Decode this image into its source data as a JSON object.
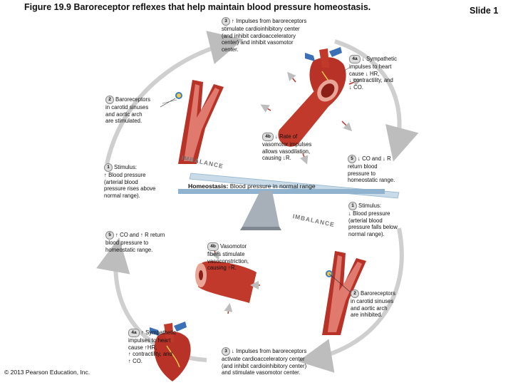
{
  "header": {
    "title": "Figure 19.9 Baroreceptor reflexes that help maintain blood pressure homeostasis.",
    "slide": "Slide 1"
  },
  "footer": {
    "copyright": "© 2013 Pearson Education, Inc."
  },
  "center": {
    "homeostasis_label": "Homeostasis:",
    "homeostasis_value": " Blood pressure in normal range",
    "imbalance": "IMBALANCE"
  },
  "top_loop": {
    "step1": {
      "badge": "1",
      "text": "Stimulus:\n↑ Blood pressure\n(arterial blood\npressure rises above\nnormal range)."
    },
    "step2": {
      "badge": "2",
      "text": "Baroreceptors\nin carotid sinuses\nand aortic arch\nare stimulated."
    },
    "step3": {
      "badge": "3",
      "text": "↑ Impulses from baroreceptors\nstimulate cardioinhibitory center\n(and inhibit cardioacceleratory\ncenter) and inhibit vasomotor\ncenter."
    },
    "step4a": {
      "badge": "4a",
      "text": "↓ Sympathetic\nimpulses to heart\ncause ↓ HR,\n↓ contractility, and\n↓ CO."
    },
    "step4b": {
      "badge": "4b",
      "text": "↓ Rate of\nvasomotor impulses\nallows vasodilation,\ncausing ↓R."
    },
    "step5": {
      "badge": "5",
      "text": "↓ CO and ↓ R\nreturn blood\npressure to\nhomeostatic range."
    }
  },
  "bottom_loop": {
    "step1": {
      "badge": "1",
      "text": "Stimulus:\n↓ Blood pressure\n(arterial blood\npressure falls below\nnormal range)."
    },
    "step2": {
      "badge": "2",
      "text": "Baroreceptors\nin carotid sinuses\nand aortic arch\nare inhibited."
    },
    "step3": {
      "badge": "3",
      "text": "↓ Impulses from baroreceptors\nactivate cardioacceleratory center\n(and inhibit cardioinhibitory center)\nand stimulate vasomotor center."
    },
    "step4a": {
      "badge": "4a",
      "text": "↑ Sympathetic\nimpulses to heart\ncause ↑HR,\n↑ contractility, and\n↑ CO."
    },
    "step4b": {
      "badge": "4b",
      "text": "Vasomotor\nfibers stimulate\nvasoconstriction,\ncausing ↑R."
    },
    "step5": {
      "badge": "5",
      "text": "↑ CO and ↑ R return\nblood pressure to\nhomeostatic range."
    }
  },
  "colors": {
    "artery_red": "#c0392b",
    "artery_inner": "#e8a598",
    "loop_gray": "#c8c8c8",
    "beam_blue": "#8fb3cf",
    "fulcrum_gray": "#9aa3ab"
  }
}
